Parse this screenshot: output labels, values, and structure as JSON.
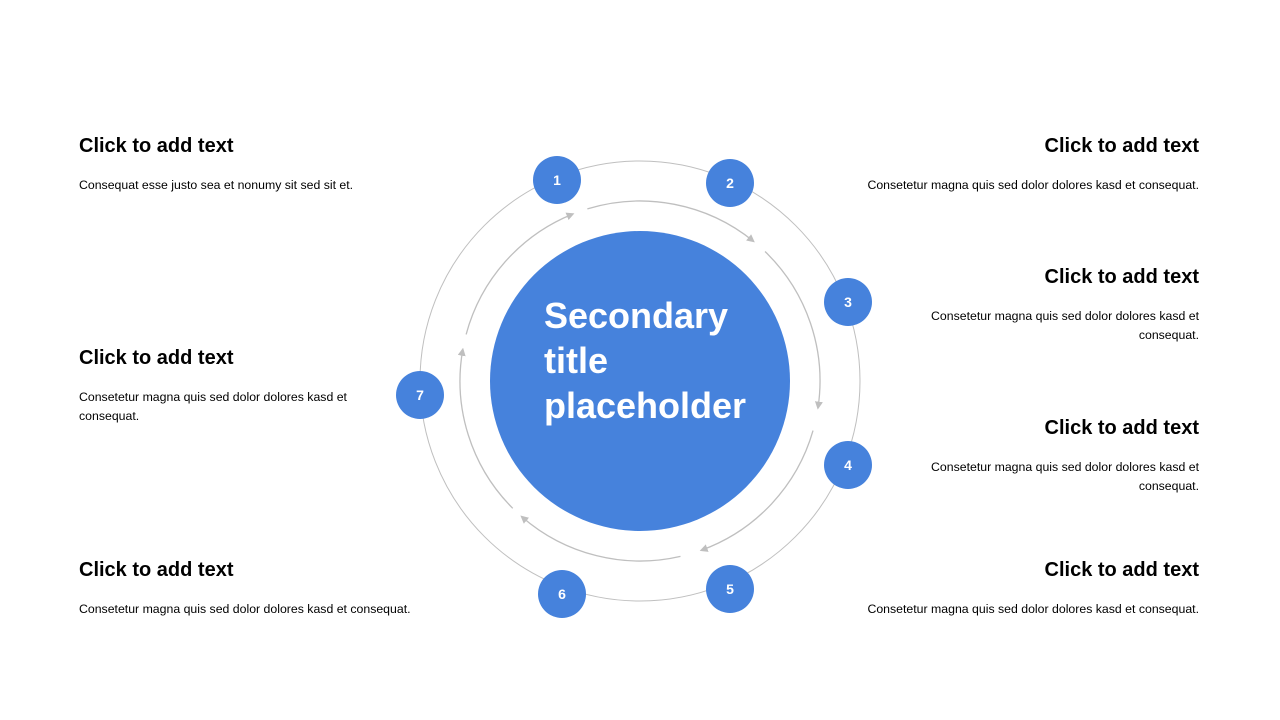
{
  "center_title": "Secondary title placeholder",
  "colors": {
    "accent": "#4682DC",
    "ring": "#BFBFBF"
  },
  "steps": [
    {
      "number": "1",
      "heading": "Click to add text",
      "body": "Consequat esse justo sea et nonumy sit sed sit et."
    },
    {
      "number": "2",
      "heading": "Click to add text",
      "body": "Consetetur magna quis sed dolor dolores kasd et consequat."
    },
    {
      "number": "3",
      "heading": "Click to add text",
      "body": "Consetetur magna quis sed dolor dolores kasd et consequat."
    },
    {
      "number": "4",
      "heading": "Click to add text",
      "body": "Consetetur magna quis sed dolor dolores kasd et consequat."
    },
    {
      "number": "5",
      "heading": "Click to add text",
      "body": "Consetetur magna quis sed dolor dolores kasd et consequat."
    },
    {
      "number": "6",
      "heading": "Click to add text",
      "body": "Consetetur magna quis sed dolor dolores kasd et consequat."
    },
    {
      "number": "7",
      "heading": "Click to add text",
      "body": "Consetetur magna quis sed dolor dolores kasd et consequat."
    }
  ]
}
